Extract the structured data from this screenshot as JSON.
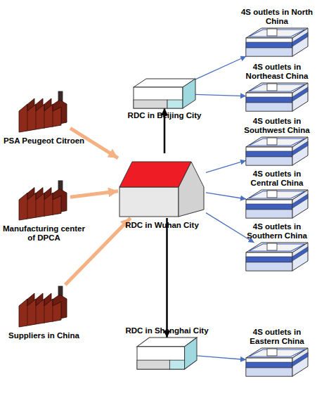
{
  "diagram": {
    "nodes": [
      {
        "text": [
          "PSA Peugeot Citroen"
        ]
      },
      {
        "text": [
          "Manufacturing center of DPCA"
        ]
      },
      {
        "text": [
          "Suppliers in China"
        ]
      },
      {
        "text": [
          "RDC in Wuhan City"
        ]
      },
      {
        "text": [
          "RDC in Beijing City"
        ]
      },
      {
        "text": [
          "RDC in Shanghai City"
        ]
      },
      {
        "text": [
          "4S outlets in North China"
        ]
      },
      {
        "text": [
          "4S outlets in Northeast China"
        ]
      },
      {
        "text": [
          "4S outlets in Southwest China"
        ]
      },
      {
        "text": [
          "4S outlets in Central China"
        ]
      },
      {
        "text": [
          "4S outlets in Southern China"
        ]
      },
      {
        "text": [
          "4S outlets in Eastern China"
        ]
      }
    ],
    "edges": [
      {
        "from": 0,
        "to": 3,
        "arrow": "to"
      },
      {
        "from": 1,
        "to": 3,
        "arrow": "to"
      },
      {
        "from": 2,
        "to": 3,
        "arrow": "to"
      },
      {
        "from": 3,
        "to": 4,
        "arrow": "to"
      },
      {
        "from": 3,
        "to": 5,
        "arrow": "to"
      },
      {
        "from": 4,
        "to": 6,
        "arrow": "to"
      },
      {
        "from": 4,
        "to": 7,
        "arrow": "to"
      },
      {
        "from": 3,
        "to": 8,
        "arrow": "to"
      },
      {
        "from": 3,
        "to": 9,
        "arrow": "to"
      },
      {
        "from": 3,
        "to": 10,
        "arrow": "to"
      },
      {
        "from": 5,
        "to": 11,
        "arrow": "to"
      }
    ]
  }
}
